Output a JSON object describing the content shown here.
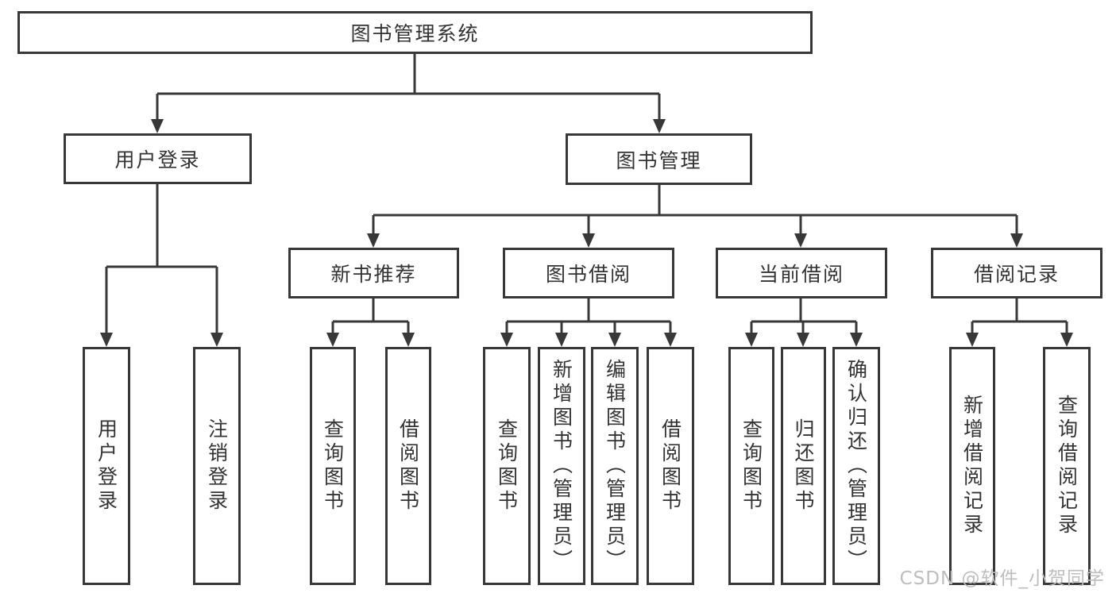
{
  "tree": {
    "root": {
      "label": "图书管理系统",
      "children": [
        {
          "label": "用户登录",
          "children": [
            {
              "label": "用户登录"
            },
            {
              "label": "注销登录"
            }
          ]
        },
        {
          "label": "图书管理",
          "children": [
            {
              "label": "新书推荐",
              "children": [
                {
                  "label": "查询图书"
                },
                {
                  "label": "借阅图书"
                }
              ]
            },
            {
              "label": "图书借阅",
              "children": [
                {
                  "label": "查询图书"
                },
                {
                  "label": "新增图书（管理员）"
                },
                {
                  "label": "编辑图书（管理员）"
                },
                {
                  "label": "借阅图书"
                }
              ]
            },
            {
              "label": "当前借阅",
              "children": [
                {
                  "label": "查询图书"
                },
                {
                  "label": "归还图书"
                },
                {
                  "label": "确认归还（管理员）"
                }
              ]
            },
            {
              "label": "借阅记录",
              "children": [
                {
                  "label": "新增借阅记录"
                },
                {
                  "label": "查询借阅记录"
                }
              ]
            }
          ]
        }
      ]
    }
  },
  "watermark": {
    "text": "CSDN @软件_小贺同学"
  },
  "colors": {
    "line": "#383838",
    "text": "#333333",
    "watermark": "#bdbdbd",
    "background": "#ffffff"
  }
}
